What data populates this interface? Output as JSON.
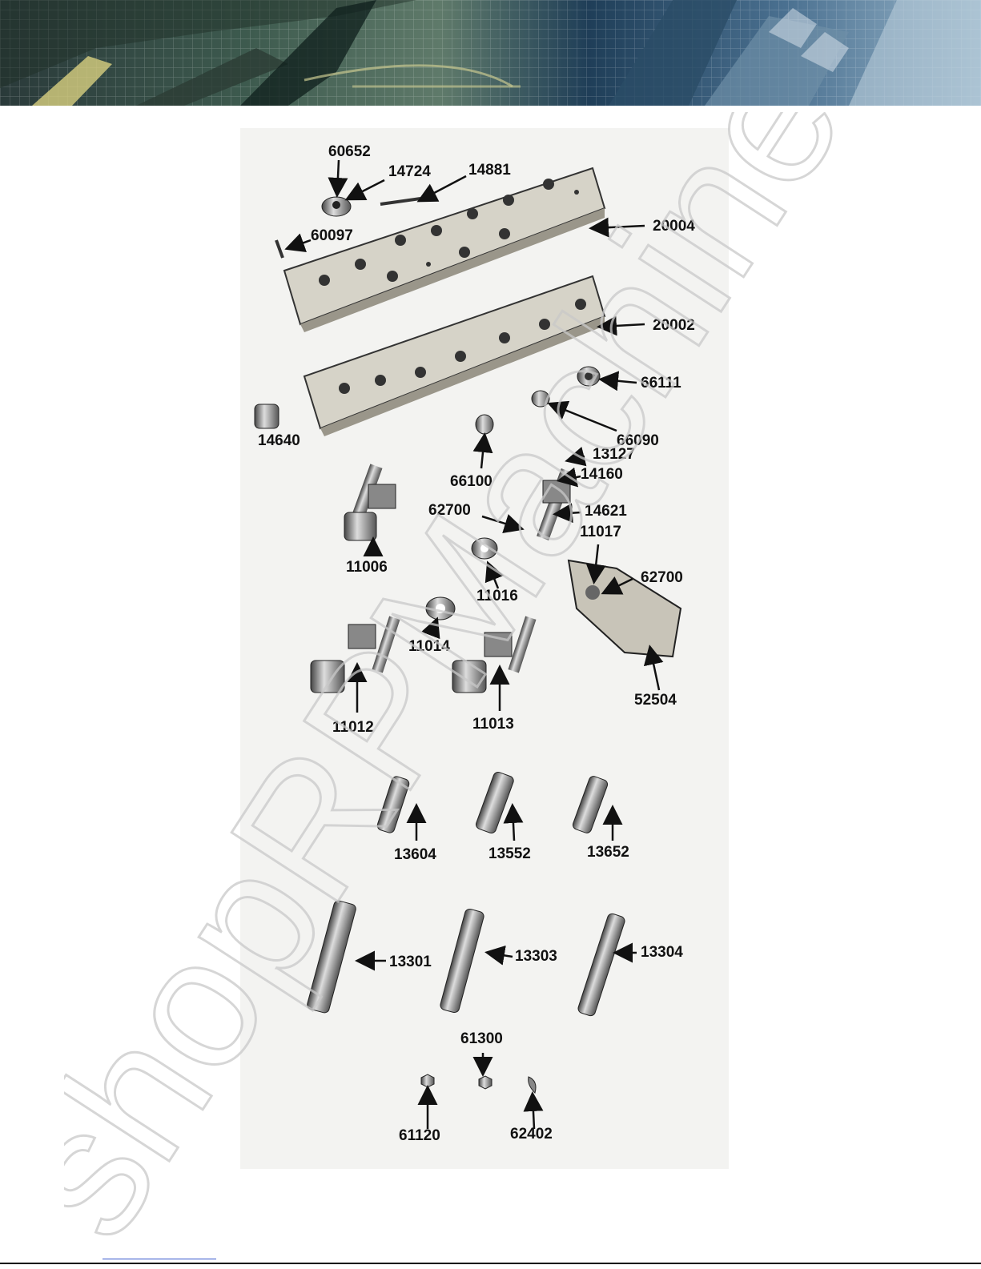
{
  "banner": {
    "colors": {
      "dark": "#1e3a4a",
      "gold": "#c8b860",
      "steel": "#a8c0d0"
    }
  },
  "watermark": {
    "text": "shopRPMachine.com"
  },
  "parts": [
    "60652",
    "14724",
    "14881",
    "20004",
    "60097",
    "20002",
    "66111",
    "14640",
    "66090",
    "13127",
    "66100",
    "14160",
    "62700",
    "14621",
    "11017",
    "11006",
    "11016",
    "11014",
    "11012",
    "11013",
    "52504",
    "13604",
    "13552",
    "13652",
    "13301",
    "13303",
    "13304",
    "61300",
    "61120",
    "62402"
  ]
}
